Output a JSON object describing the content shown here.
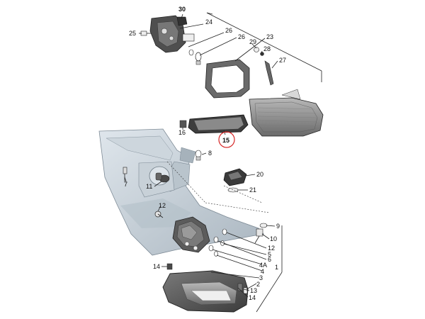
{
  "callouts": {
    "c1": "1",
    "c2": "2",
    "c3": "3",
    "c4": "4",
    "c4a": "4A",
    "c5": "5",
    "c6": "6",
    "c7": "7",
    "c8": "8",
    "c9": "9",
    "c10": "10",
    "c11": "11",
    "c12": "12",
    "c13": "13",
    "c14a": "14",
    "c14b": "14",
    "c15": "15",
    "c16": "16",
    "c20": "20",
    "c21": "21",
    "c23": "23",
    "c24": "24",
    "c25": "25",
    "c26a": "26",
    "c26b": "26",
    "c27": "27",
    "c28": "28",
    "c29": "29",
    "c30": "30"
  },
  "highlight_color": "#d62828"
}
